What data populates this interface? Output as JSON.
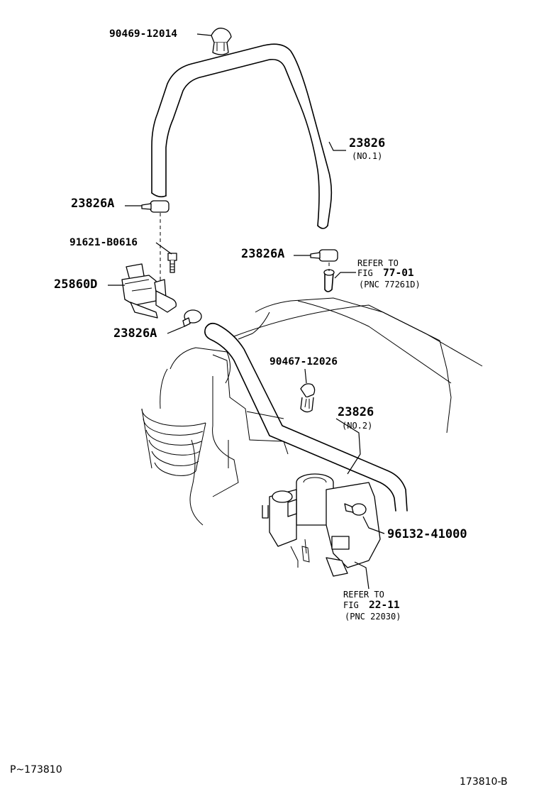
{
  "labels": {
    "clip_top": "90469-12014",
    "hose_no1": "23826",
    "hose_no1_sub": "(NO.1)",
    "clamp_left": "23826A",
    "bolt": "91621-B0616",
    "clamp_mid": "23826A",
    "vsv": "25860D",
    "clamp_low": "23826A",
    "clip_mid": "90467-12026",
    "hose_no2": "23826",
    "hose_no2_sub": "(NO.2)",
    "clamp_tb": "96132-41000"
  },
  "refs": {
    "ref1": {
      "line1": "REFER TO",
      "line2_prefix": "FIG",
      "line2_num": "77-01",
      "line3": "(PNC 77261D)"
    },
    "ref2": {
      "line1": "REFER TO",
      "line2_prefix": "FIG",
      "line2_num": "22-11",
      "line3": "(PNC 22030)"
    }
  },
  "footer": {
    "left": "P~173810",
    "right": "173810-B"
  }
}
